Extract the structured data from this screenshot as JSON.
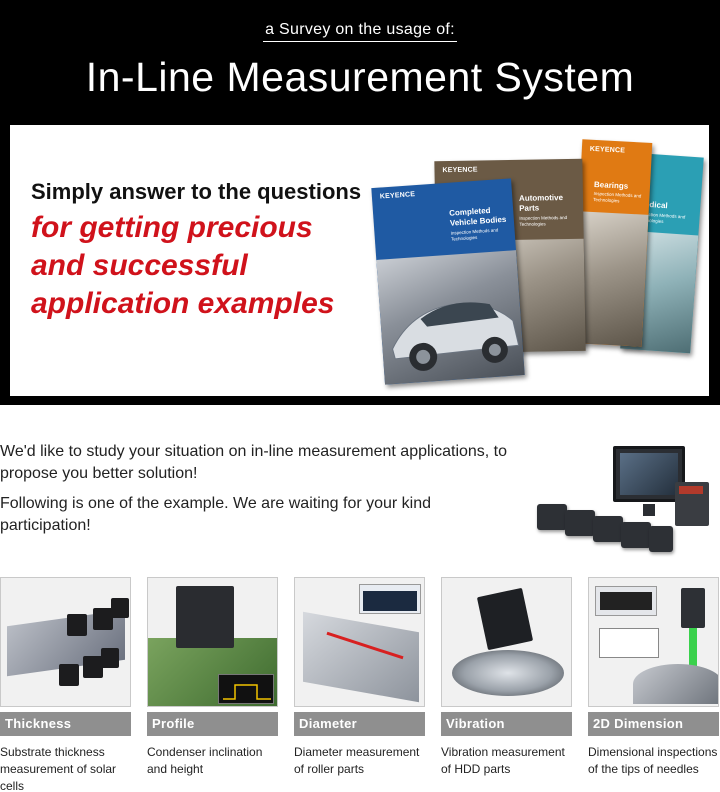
{
  "header": {
    "pre_title": "a Survey on the usage of:",
    "title": "In-Line Measurement System"
  },
  "banner": {
    "lead": "Simply answer to the questions",
    "accent_lines": [
      "for getting precious",
      "and successful",
      "application examples"
    ],
    "brochures": [
      {
        "brand": "KEYENCE",
        "title": "Completed Vehicle Bodies",
        "subtitle": "Inspection Methods and Technologies",
        "color": "#1f5aa3"
      },
      {
        "brand": "KEYENCE",
        "title": "Automotive Parts",
        "subtitle": "Inspection Methods and Technologies",
        "color": "#6b5a45"
      },
      {
        "brand": "KEYENCE",
        "title": "Bearings",
        "subtitle": "Inspection Methods and Technologies",
        "color": "#e07a13"
      },
      {
        "brand": "",
        "title": "Medical",
        "subtitle": "Inspection Methods and Technologies",
        "color": "#2b9fb4"
      }
    ]
  },
  "intro": {
    "paragraph1": "We'd like to study your situation on in-line measurement applications, to propose you better solution!",
    "paragraph2": "Following is one of the example.  We are waiting for your kind participation!"
  },
  "applications": [
    {
      "label": "Thickness",
      "description": "Substrate thickness measurement of solar cells"
    },
    {
      "label": "Profile",
      "description": "Condenser inclination and height"
    },
    {
      "label": "Diameter",
      "description": "Diameter measurement of roller parts"
    },
    {
      "label": "Vibration",
      "description": "Vibration measurement of HDD parts"
    },
    {
      "label": "2D Dimension",
      "description": "Dimensional inspections of the tips of needles"
    }
  ],
  "colors": {
    "header_bg": "#000000",
    "accent_red": "#d0121b",
    "tile_label_bg": "#8f8f8f"
  }
}
